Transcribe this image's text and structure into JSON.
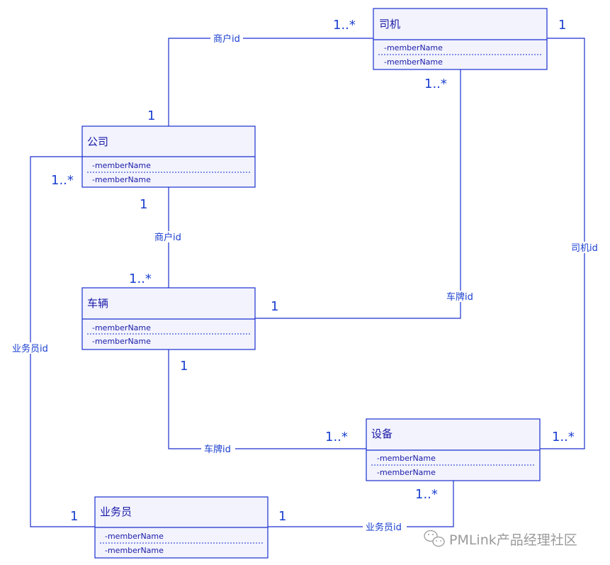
{
  "diagram": {
    "classes": {
      "siji": {
        "title": "司机",
        "members": [
          "-memberName",
          "-memberName"
        ]
      },
      "gongsi": {
        "title": "公司",
        "members": [
          "-memberName",
          "-memberName"
        ]
      },
      "cheliang": {
        "title": "车辆",
        "members": [
          "-memberName",
          "-memberName"
        ]
      },
      "shebei": {
        "title": "设备",
        "members": [
          "-memberName",
          "-memberName"
        ]
      },
      "yewuyuan": {
        "title": "业务员",
        "members": [
          "-memberName",
          "-memberName"
        ]
      }
    },
    "labels": {
      "gongsi_siji": "商户id",
      "gongsi_cheliang": "商户id",
      "siji_shebei": "司机id",
      "siji_cheliang": "车牌id",
      "cheliang_shebei": "车牌id",
      "gongsi_yewuyuan": "业务员id",
      "yewuyuan_shebei": "业务员id"
    },
    "multiplicities": {
      "siji_left": "1..*",
      "siji_right": "1",
      "siji_bottom": "1..*",
      "gongsi_top": "1",
      "gongsi_left": "1..*",
      "gongsi_bottom": "1",
      "cheliang_top": "1..*",
      "cheliang_right": "1",
      "cheliang_bottom": "1",
      "shebei_left": "1..*",
      "shebei_right": "1..*",
      "shebei_bottom": "1..*",
      "yewuyuan_left": "1",
      "yewuyuan_right": "1"
    }
  },
  "watermark": {
    "text": "PMLink产品经理社区",
    "icon": "wechat-icon"
  },
  "colors": {
    "line": "#1a2fd0",
    "box_fill": "#f2f3fd",
    "box_stroke": "#1a2fd0",
    "text": "#1a1aa8"
  }
}
